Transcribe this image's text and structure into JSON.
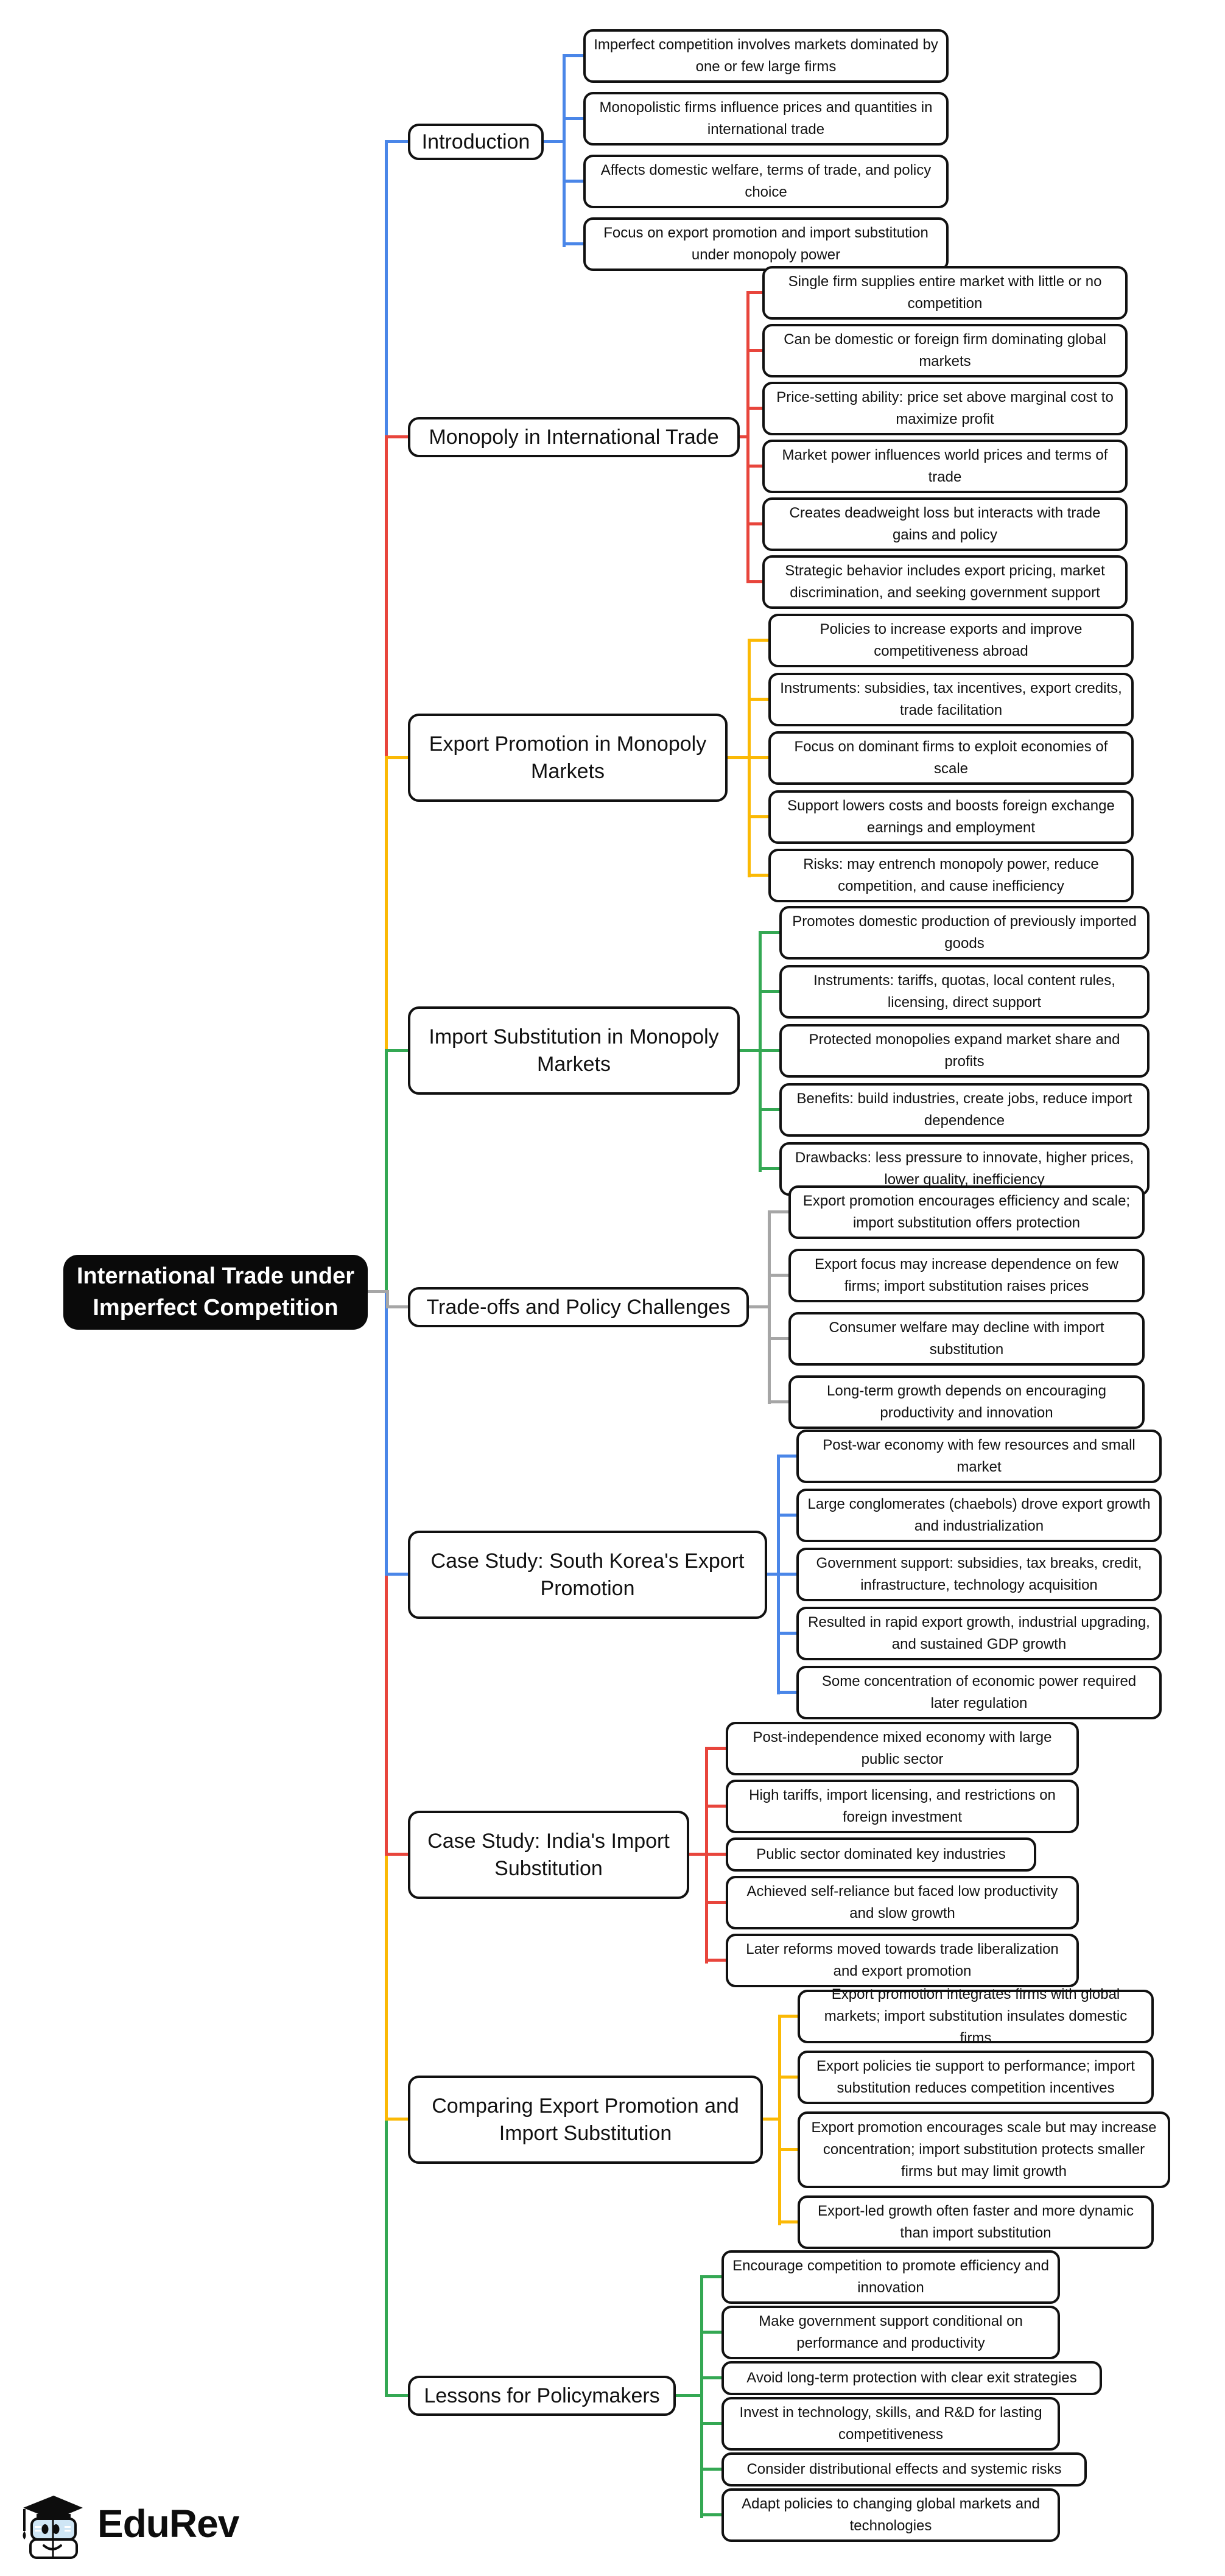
{
  "title": "International Trade under Imperfect Competition",
  "logo_text": "EduRev",
  "colors": {
    "blue": "#4a86e8",
    "red": "#e8453c",
    "yellow": "#fbb905",
    "green": "#34a853",
    "gray": "#a6a6a6",
    "central_bg": "#0a0a0a",
    "central_text": "#ffffff"
  },
  "branches": [
    {
      "label": "Introduction",
      "color": "blue",
      "leaves": [
        "Imperfect competition involves markets dominated by one or few large firms",
        "Monopolistic firms influence prices and quantities in international trade",
        "Affects domestic welfare, terms of trade, and policy choice",
        "Focus on export promotion and import substitution under monopoly power"
      ]
    },
    {
      "label": "Monopoly in International Trade",
      "color": "red",
      "leaves": [
        "Single firm supplies entire market with little or no competition",
        "Can be domestic or foreign firm dominating global markets",
        "Price-setting ability: price set above marginal cost to maximize profit",
        "Market power influences world prices and terms of trade",
        "Creates deadweight loss but interacts with trade gains and policy",
        "Strategic behavior includes export pricing, market discrimination, and seeking government support"
      ]
    },
    {
      "label": "Export Promotion in Monopoly Markets",
      "color": "yellow",
      "leaves": [
        "Policies to increase exports and improve competitiveness abroad",
        "Instruments: subsidies, tax incentives, export credits, trade facilitation",
        "Focus on dominant firms to exploit economies of scale",
        "Support lowers costs and boosts foreign exchange earnings and employment",
        "Risks: may entrench monopoly power, reduce competition, and cause inefficiency"
      ]
    },
    {
      "label": "Import Substitution in Monopoly Markets",
      "color": "green",
      "leaves": [
        "Promotes domestic production of previously imported goods",
        "Instruments: tariffs, quotas, local content rules, licensing, direct support",
        "Protected monopolies expand market share and profits",
        "Benefits: build industries, create jobs, reduce import dependence",
        "Drawbacks: less pressure to innovate, higher prices, lower quality, inefficiency"
      ]
    },
    {
      "label": "Trade-offs and Policy Challenges",
      "color": "gray",
      "leaves": [
        "Export promotion encourages efficiency and scale; import substitution offers protection",
        "Export focus may increase dependence on few firms; import substitution raises prices",
        "Consumer welfare may decline with import substitution",
        "Long-term growth depends on encouraging productivity and innovation"
      ]
    },
    {
      "label": "Case Study: South Korea's Export Promotion",
      "color": "blue",
      "leaves": [
        "Post-war economy with few resources and small market",
        "Large conglomerates (chaebols) drove export growth and industrialization",
        "Government support: subsidies, tax breaks, credit, infrastructure, technology acquisition",
        "Resulted in rapid export growth, industrial upgrading, and sustained GDP growth",
        "Some concentration of economic power required later regulation"
      ]
    },
    {
      "label": "Case Study: India's Import Substitution",
      "color": "red",
      "leaves": [
        "Post-independence mixed economy with large public sector",
        "High tariffs, import licensing, and restrictions on foreign investment",
        "Public sector dominated key industries",
        "Achieved self-reliance but faced low productivity and slow growth",
        "Later reforms moved towards trade liberalization and export promotion"
      ]
    },
    {
      "label": "Comparing Export Promotion and Import Substitution",
      "color": "yellow",
      "leaves": [
        "Export promotion integrates firms with global markets; import substitution insulates domestic firms",
        "Export policies tie support to performance; import substitution reduces competition incentives",
        "Export promotion encourages scale but may increase concentration; import substitution protects smaller firms but may limit growth",
        "Export-led growth often faster and more dynamic than import substitution"
      ]
    },
    {
      "label": "Lessons for Policymakers",
      "color": "green",
      "leaves": [
        "Encourage competition to promote efficiency and innovation",
        "Make government support conditional on performance and productivity",
        "Avoid long-term protection with clear exit strategies",
        "Invest in technology, skills, and R&D for lasting competitiveness",
        "Consider distributional effects and systemic risks",
        "Adapt policies to changing global markets and technologies"
      ]
    }
  ]
}
